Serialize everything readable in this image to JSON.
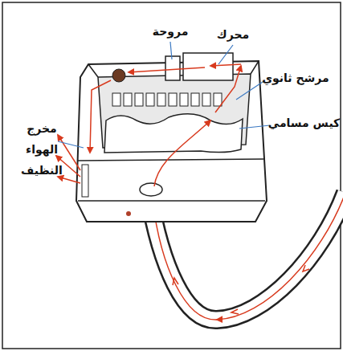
{
  "diagram": {
    "labels": [
      "مروحة",
      "محرك",
      "مرشح ثانوي",
      "كيس مسامي",
      "مخرج الهواء النظيف"
    ]
  }
}
